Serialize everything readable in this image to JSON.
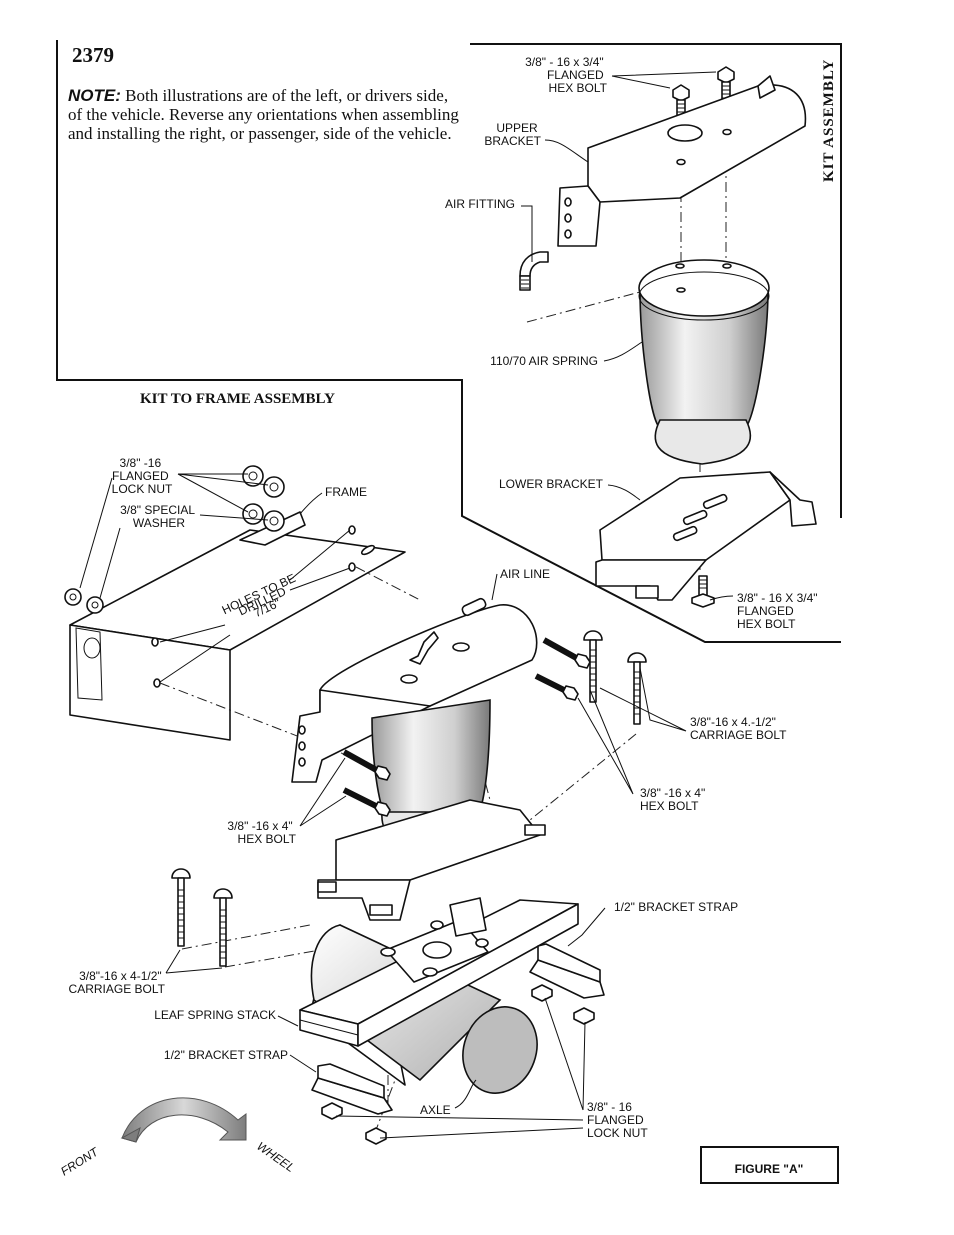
{
  "document": {
    "part_number": "2379",
    "note_label": "NOTE:",
    "note_text": " Both illustrations are of the left, or drivers side, of the vehicle.  Reverse any orientations when assembling and installing the right, or passenger, side of the vehicle.",
    "figure_label": "FIGURE \"A\""
  },
  "kit_assembly": {
    "title": "KIT ASSEMBLY",
    "labels": {
      "top_bolt": [
        "3/8\" - 16  x 3/4\"",
        "FLANGED",
        "HEX BOLT"
      ],
      "upper_bracket": [
        "UPPER",
        "BRACKET"
      ],
      "air_fitting": [
        "AIR FITTING"
      ],
      "air_spring": [
        "110/70 AIR SPRING"
      ],
      "lower_bracket": [
        "LOWER BRACKET"
      ],
      "bottom_bolt": [
        "3/8\" - 16  X 3/4\"",
        "FLANGED",
        "HEX BOLT"
      ]
    }
  },
  "frame_assembly": {
    "title": "KIT TO FRAME ASSEMBLY",
    "labels": {
      "lock_nut_top": [
        "3/8\" -16",
        "FLANGED",
        "LOCK NUT"
      ],
      "special_washer": [
        "3/8\" SPECIAL",
        "WASHER"
      ],
      "frame": [
        "FRAME"
      ],
      "holes_note": [
        "HOLES TO BE",
        "DRILLED",
        "7/16\""
      ],
      "air_line": [
        "AIR LINE"
      ],
      "carriage_bolt_right": [
        "3/8\"-16 x 4.-1/2\"",
        "CARRIAGE BOLT"
      ],
      "hex_bolt_right": [
        "3/8\"  -16 x 4\"",
        "HEX BOLT"
      ],
      "hex_bolt_left": [
        "3/8\" -16 x 4\"",
        "HEX BOLT"
      ],
      "bracket_strap_right": [
        "1/2\" BRACKET STRAP"
      ],
      "carriage_bolt_left": [
        "3/8\"-16 x 4-1/2\"",
        "CARRIAGE BOLT"
      ],
      "leaf_spring": [
        "LEAF SPRING STACK"
      ],
      "bracket_strap_left": [
        "1/2\" BRACKET STRAP"
      ],
      "axle": [
        "AXLE"
      ],
      "lock_nut_bottom": [
        "3/8\" - 16",
        "FLANGED",
        "LOCK NUT"
      ],
      "direction_front": "FRONT",
      "direction_wheel": "WHEEL"
    }
  }
}
